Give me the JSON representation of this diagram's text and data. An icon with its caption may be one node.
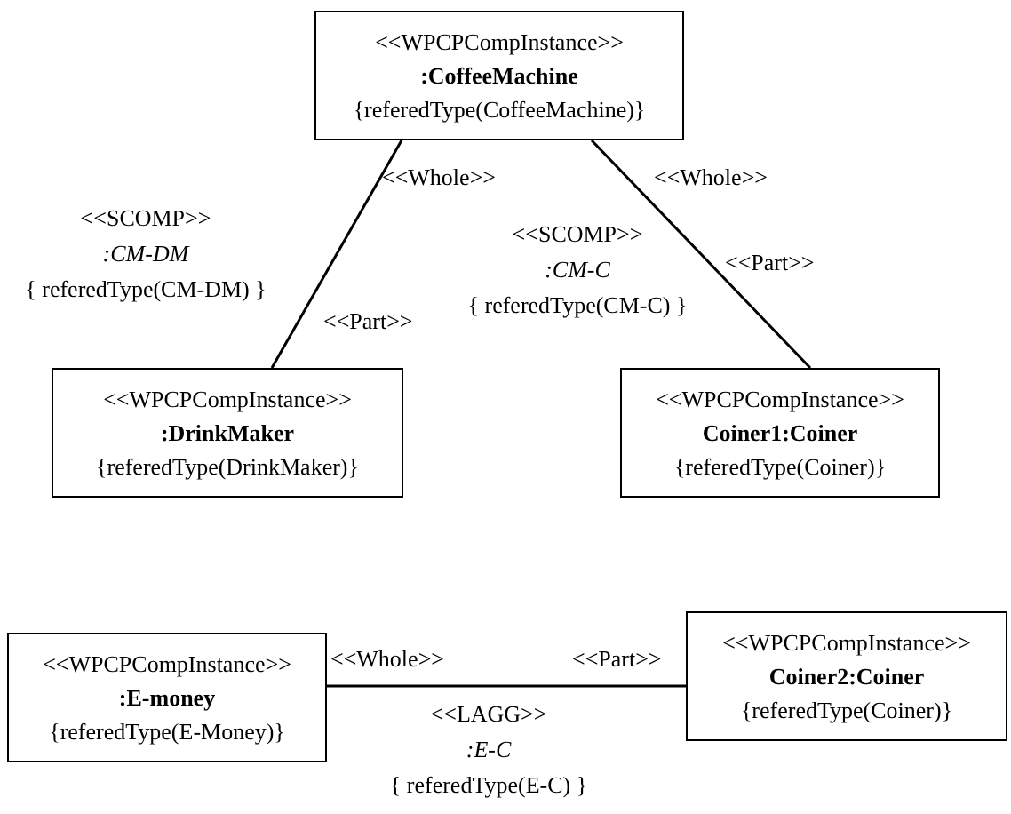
{
  "diagram": {
    "nodes": [
      {
        "text": [
          "<<WPCPCompInstance>>",
          ":CoffeeMachine",
          "{referedType(CoffeeMachine)}"
        ]
      },
      {
        "text": [
          "<<WPCPCompInstance>>",
          ":DrinkMaker",
          "{referedType(DrinkMaker)}"
        ]
      },
      {
        "text": [
          "<<WPCPCompInstance>>",
          "Coiner1:Coiner",
          "{referedType(Coiner)}"
        ]
      },
      {
        "text": [
          "<<WPCPCompInstance>>",
          ":E-money",
          "{referedType(E-Money)}"
        ]
      },
      {
        "text": [
          "<<WPCPCompInstance>>",
          "Coiner2:Coiner",
          "{referedType(Coiner)}"
        ]
      }
    ],
    "edges": [
      {
        "from": 0,
        "to": 1,
        "arrow": "none",
        "label": "<<SCOMP>> *:CM-DM* { referedType(CM-DM) }"
      },
      {
        "from": 0,
        "to": 2,
        "arrow": "none",
        "label": "<<SCOMP>> *:CM-C* { referedType(CM-C) }"
      },
      {
        "from": 3,
        "to": 4,
        "arrow": "none",
        "label": "<<LAGG>> *:E-C* { referedType(E-C) }"
      }
    ],
    "labels": [
      "<<Whole>>",
      "<<Whole>>",
      "<<Part>>",
      "<<Part>>",
      "<<Whole>>",
      "<<Part>>"
    ]
  }
}
